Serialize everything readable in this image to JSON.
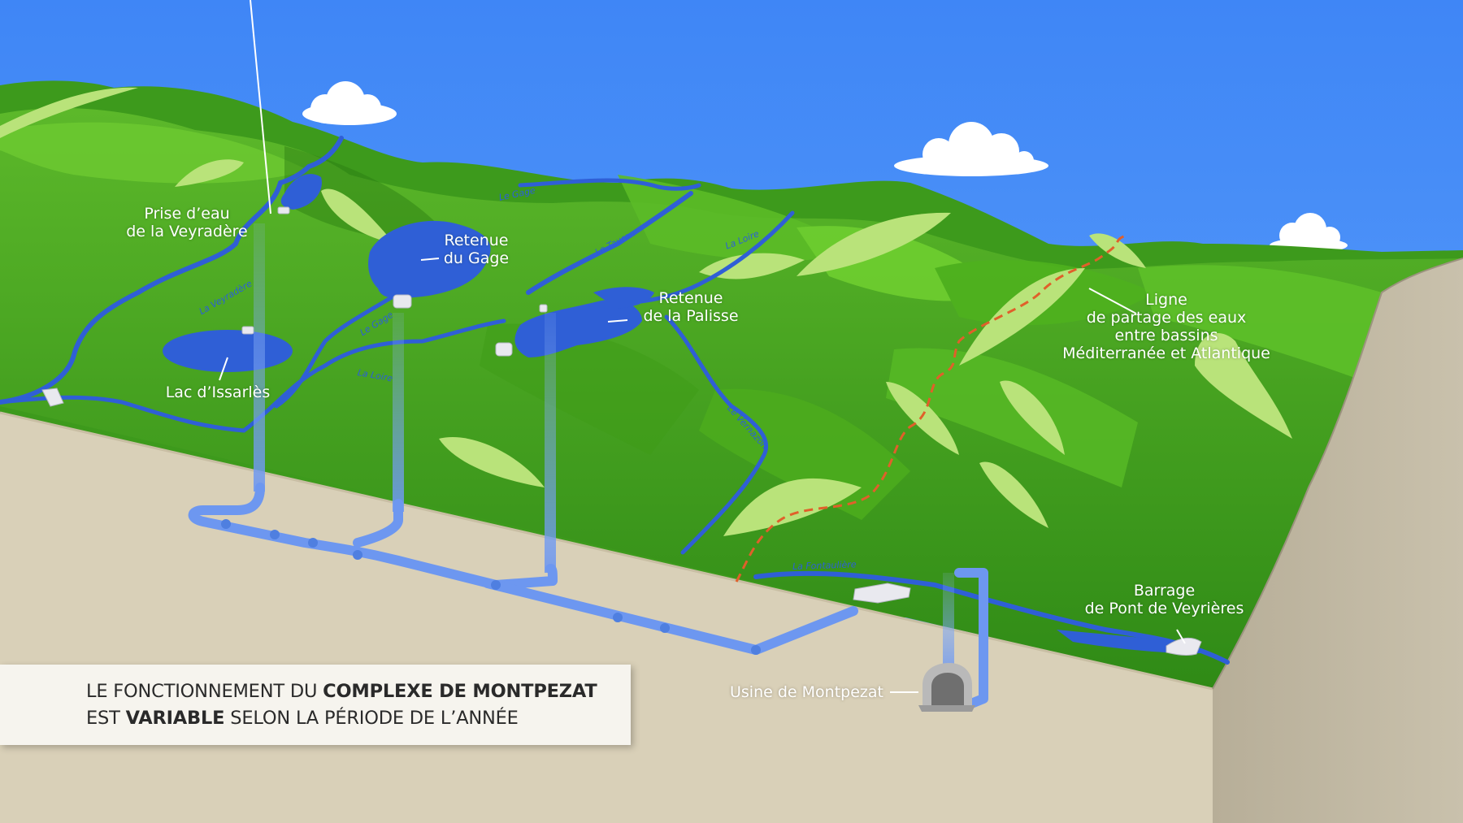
{
  "colors": {
    "sky": "#4d8df7",
    "grass": "#4fa81e",
    "grass_light": "#b6e27a",
    "water": "#2f5fd6",
    "pipe": "#6d97f0",
    "ground": "#d6cdb5",
    "divide": "#e0602a"
  },
  "labels": {
    "prise_line1": "Prise d’eau",
    "prise_line2": "de la Veyradère",
    "gage_line1": "Retenue",
    "gage_line2": "du Gage",
    "palisse_line1": "Retenue",
    "palisse_line2": "de la Palisse",
    "issarles": "Lac d’Issarlès",
    "ligne_line1": "Ligne",
    "ligne_line2": "de partage des eaux",
    "ligne_line3": "entre bassins",
    "ligne_line4": "Méditerranée et Atlantique",
    "barrage_line1": "Barrage",
    "barrage_line2": "de Pont de Veyrières",
    "usine": "Usine de Montpezat"
  },
  "rivers": {
    "gage_top": "Le Gage",
    "tauron": "Le Tauron",
    "loire_top": "La Loire",
    "veyradere": "La Veyradère",
    "gage_low": "Le Gage",
    "loire_low": "La Loire",
    "vernazon": "Le Vernazon",
    "fontauliere": "La Fontaulière"
  },
  "caption": {
    "l1_a": "LE FONCTIONNEMENT DU ",
    "l1_b": "COMPLEXE DE MONTPEZAT",
    "l2_a": "EST ",
    "l2_b": "VARIABLE",
    "l2_c": " SELON LA PÉRIODE DE L’ANNÉE"
  }
}
